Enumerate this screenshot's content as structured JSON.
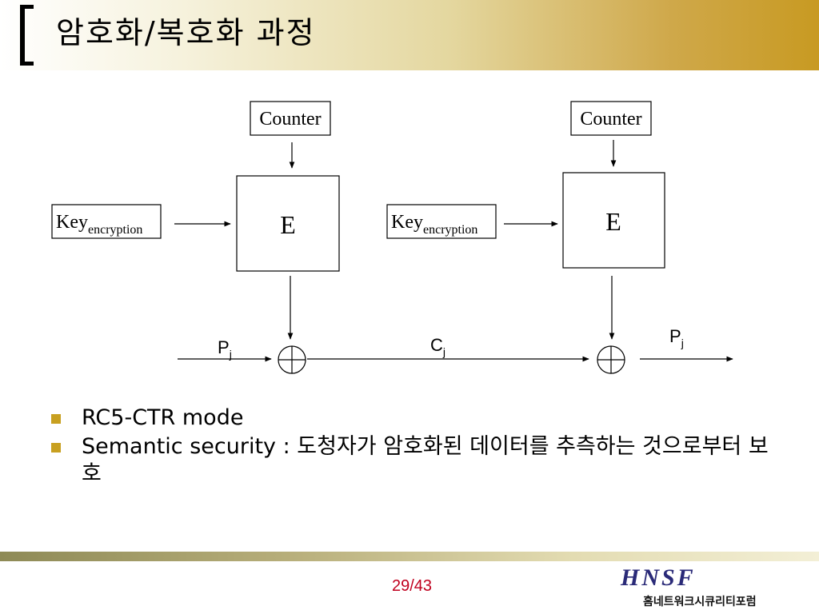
{
  "slide": {
    "title": "암호화/복호화 과정",
    "page_number": "29/43"
  },
  "diagram": {
    "left": {
      "counter_label": "Counter",
      "block_label": "E",
      "key_label": "Key",
      "key_subscript": "encryption",
      "input_label": "P",
      "input_subscript": "j"
    },
    "middle": {
      "cipher_label": "C",
      "cipher_subscript": "j"
    },
    "right": {
      "counter_label": "Counter",
      "block_label": "E",
      "key_label": "Key",
      "key_subscript": "encryption",
      "output_label": "P",
      "output_subscript": "j"
    }
  },
  "bullets": [
    {
      "text": "RC5-CTR mode"
    },
    {
      "text": "Semantic security : 도청자가 암호화된 데이터를 추측하는 것으로부터 보호"
    }
  ],
  "colors": {
    "bullet": "#c8a020",
    "page_number": "#c0001e",
    "logo": "#2a2a78"
  },
  "logo": {
    "mark": "HNSF",
    "subtitle": "홈네트워크시큐리티포럼"
  }
}
